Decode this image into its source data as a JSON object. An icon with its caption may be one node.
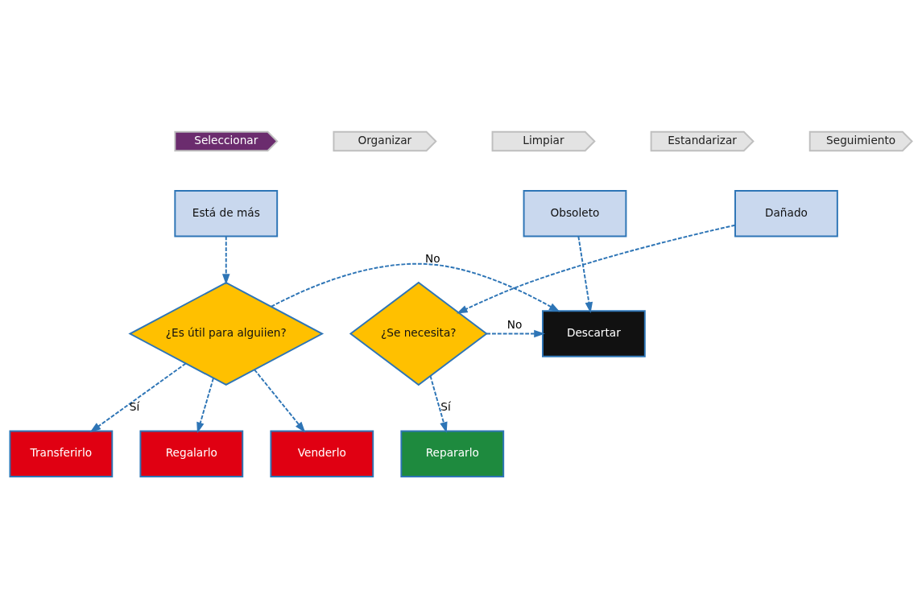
{
  "diagram": {
    "nodes": [
      {
        "text": [
          "Seleccionar"
        ]
      },
      {
        "text": [
          "Organizar"
        ]
      },
      {
        "text": [
          "Limpiar"
        ]
      },
      {
        "text": [
          "Estandarizar"
        ]
      },
      {
        "text": [
          "Seguimiento"
        ]
      },
      {
        "text": [
          "Está de más"
        ]
      },
      {
        "text": [
          "Obsoleto"
        ]
      },
      {
        "text": [
          "Dañado"
        ]
      },
      {
        "text": [
          "¿Es útil para alguiien?"
        ]
      },
      {
        "text": [
          "Descartar"
        ]
      },
      {
        "text": [
          "¿Se necesita?"
        ]
      },
      {
        "text": [
          "Transferirlo"
        ]
      },
      {
        "text": [
          "Regalarlo"
        ]
      },
      {
        "text": [
          "Venderlo"
        ]
      },
      {
        "text": [
          "Repararlo"
        ]
      }
    ],
    "edges": [
      {
        "from": 5,
        "to": 8,
        "arrow": "to",
        "style": "dashed"
      },
      {
        "from": 6,
        "to": 9,
        "arrow": "to",
        "style": "dashed"
      },
      {
        "from": 7,
        "to": 10,
        "arrow": "to",
        "style": "dashed"
      },
      {
        "from": 8,
        "to": 9,
        "arrow": "to",
        "label": "No",
        "style": "dashed"
      },
      {
        "from": 10,
        "to": 9,
        "arrow": "to",
        "label": "No",
        "style": "dashed"
      },
      {
        "from": 8,
        "to": 11,
        "arrow": "to",
        "label": "Sí",
        "style": "dashed"
      },
      {
        "from": 8,
        "to": 12,
        "arrow": "to",
        "style": "dashed"
      },
      {
        "from": 8,
        "to": 13,
        "arrow": "to",
        "style": "dashed"
      },
      {
        "from": 10,
        "to": 14,
        "arrow": "to",
        "label": "Sí",
        "style": "dashed"
      }
    ]
  }
}
